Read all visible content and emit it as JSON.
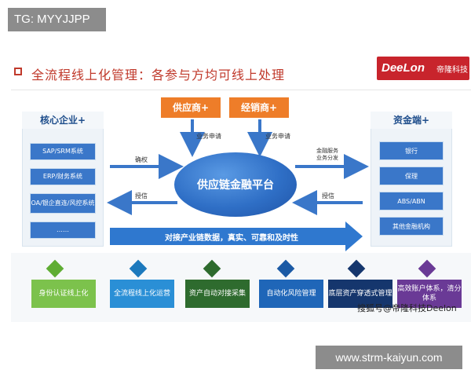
{
  "overlays": {
    "top_tag": "TG: MYYJJPP",
    "bottom_tag": "www.strm-kaiyun.com"
  },
  "header": {
    "title": "全流程线上化管理：各参与方均可线上处理",
    "logo_en": "DeeLon",
    "logo_cn": "帝隆科技",
    "accent_color": "#c0392b",
    "logo_color": "#c8242c"
  },
  "top_nodes": {
    "supplier": "供应商+",
    "distributor": "经销商+",
    "supplier_req": "业务申请",
    "distributor_req": "业务申请"
  },
  "hub": {
    "label": "供应链金融平台",
    "color": "#2f6fc6"
  },
  "left_panel": {
    "title": "核心企业+",
    "items": [
      "SAP/SRM系统",
      "ERP/财务系统",
      "OA/银企直连/风控系统",
      "……"
    ]
  },
  "right_panel": {
    "title": "资金端+",
    "items": [
      "银行",
      "保理",
      "ABS/ABN",
      "其他金融机构"
    ]
  },
  "flows": {
    "confirm": "确权",
    "credit_left": "授信",
    "finance_service_line1": "金融服务",
    "finance_service_line2": "业务分发",
    "credit_right": "授信",
    "data_banner": "对接产业链数据，真实、可靠和及时性"
  },
  "features": [
    {
      "label": "身份认证线上化",
      "color": "#7cc24c",
      "diamond": "#5fad33"
    },
    {
      "label": "全流程线上化运营",
      "color": "#2a8fd6",
      "diamond": "#1c79bd"
    },
    {
      "label": "资产自动对接采集",
      "color": "#2e6b2e",
      "diamond": "#2e6b2e"
    },
    {
      "label": "自动化风险管理",
      "color": "#1f66b8",
      "diamond": "#1b5aa5"
    },
    {
      "label": "底层资产穿透式管理",
      "color": "#15366d",
      "diamond": "#15366d"
    },
    {
      "label": "高效账户体系，清分体系",
      "color": "#6a3a96",
      "diamond": "#6a3a96"
    }
  ],
  "watermark": "搜狐号@帝隆科技Deelon"
}
